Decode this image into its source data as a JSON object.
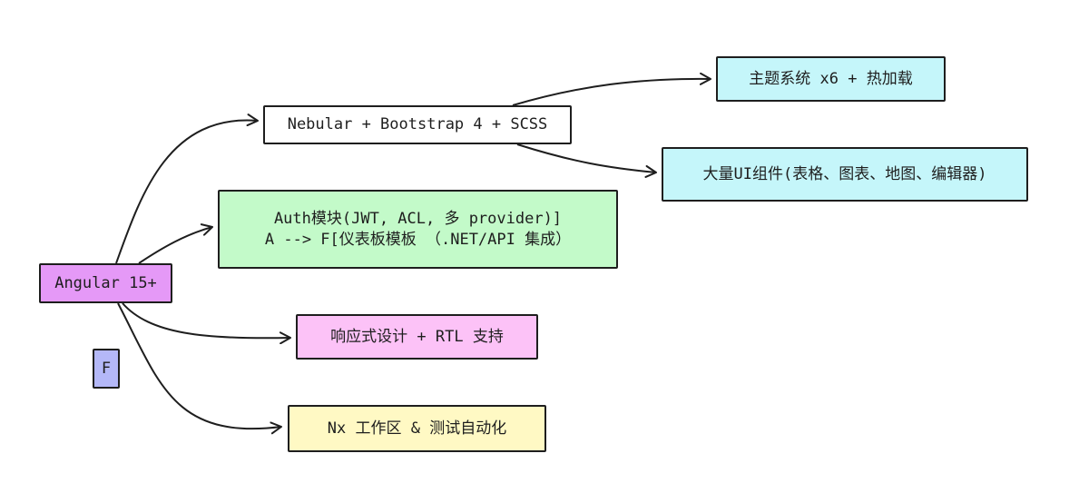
{
  "diagram": {
    "nodes": {
      "angular": {
        "label": "Angular 15+",
        "fill": "#e599f7"
      },
      "nebular": {
        "label": "Nebular + Bootstrap 4 + SCSS",
        "fill": "#ffffff"
      },
      "theme": {
        "label": "主题系统 x6 + 热加载",
        "fill": "#c5f6fa"
      },
      "ui": {
        "label": "大量UI组件(表格、图表、地图、编辑器)",
        "fill": "#c5f6fa"
      },
      "auth": {
        "label_line1": "Auth模块(JWT, ACL, 多 provider)]",
        "label_line2": "A --> F[仪表板模板 （.NET/API 集成）",
        "fill": "#c3fac9"
      },
      "resp": {
        "label": "响应式设计 + RTL 支持",
        "fill": "#fcc2f7"
      },
      "nx": {
        "label": "Nx 工作区 & 测试自动化",
        "fill": "#fff9c4"
      },
      "f": {
        "label": "F",
        "fill": "#b4b8f8"
      }
    },
    "edges": [
      {
        "from": "angular",
        "to": "nebular"
      },
      {
        "from": "angular",
        "to": "auth"
      },
      {
        "from": "angular",
        "to": "resp"
      },
      {
        "from": "angular",
        "to": "nx"
      },
      {
        "from": "nebular",
        "to": "theme"
      },
      {
        "from": "nebular",
        "to": "ui"
      }
    ]
  }
}
